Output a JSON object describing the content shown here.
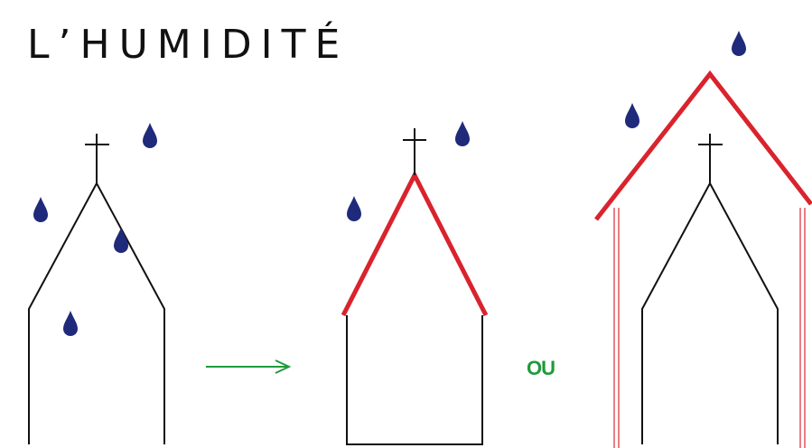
{
  "title": "L’HUMIDITÉ",
  "connector_label": "OU",
  "colors": {
    "outline": "#111111",
    "roof_protection": "#d9232d",
    "shelter": "#d9232d",
    "drop": "#1f2a7a",
    "arrow": "#1f9a3a",
    "connector_text": "#1f9a3a"
  },
  "panels": [
    {
      "id": "exposed-church",
      "state": "unprotected",
      "drops": 4
    },
    {
      "id": "roofed-church",
      "state": "roof-protected",
      "drops": 2
    },
    {
      "id": "sheltered-church",
      "state": "covered-by-shelter",
      "drops": 2
    }
  ],
  "icons": {
    "drop": "water-drop-icon",
    "cross": "cross-icon",
    "arrow": "arrow-right-icon"
  }
}
